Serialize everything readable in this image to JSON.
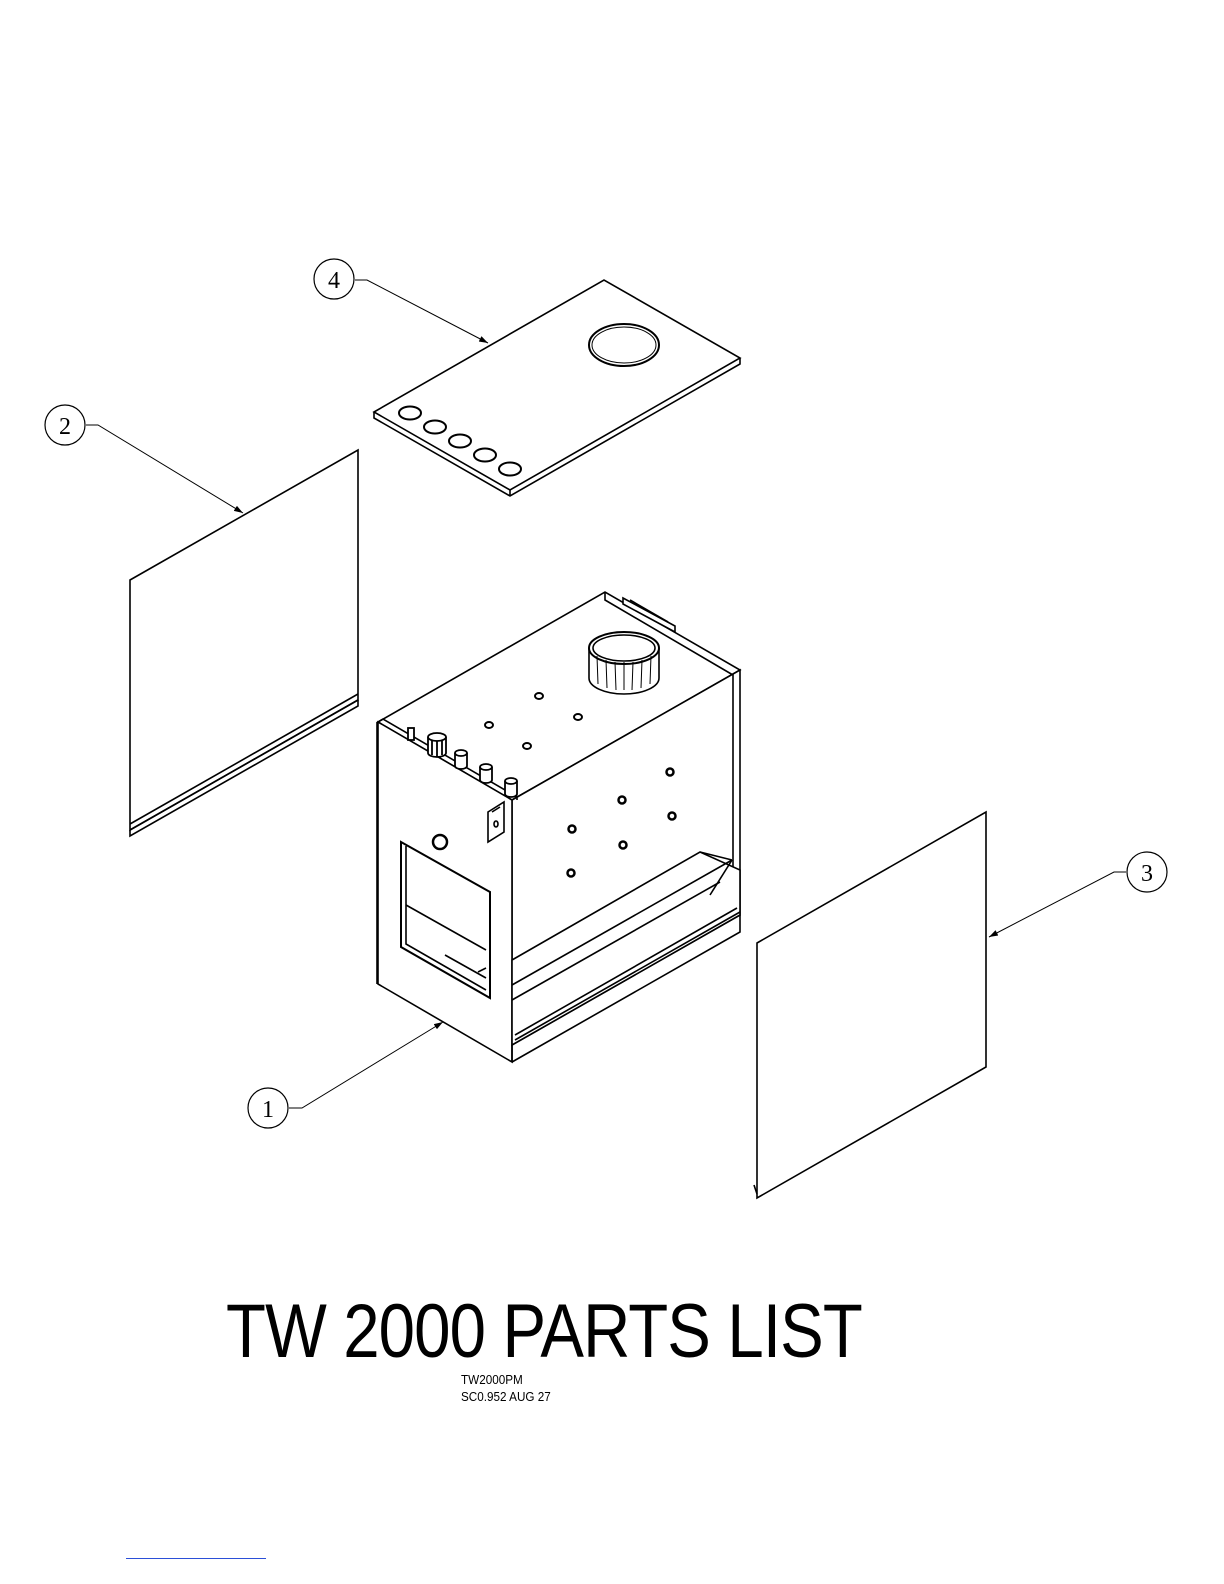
{
  "title": "TW 2000 PARTS LIST",
  "drawing_number": "TW2000PM",
  "scale_date": "SC0.952 AUG 27",
  "callouts": [
    "1",
    "2",
    "3",
    "4"
  ],
  "colors": {
    "line": "#000000",
    "rule": "#2b4fd8"
  }
}
